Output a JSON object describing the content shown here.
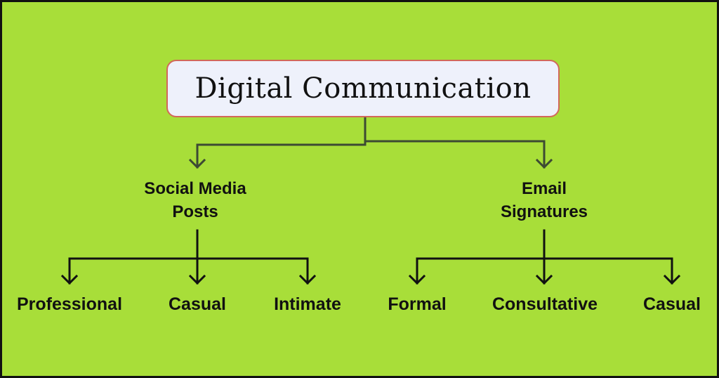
{
  "colors": {
    "background": "#a8de39",
    "root_fill": "#eef1fb",
    "root_border": "#d2685a",
    "connector_top": "#3d4a33",
    "connector_bottom": "#111111",
    "text": "#111111"
  },
  "root": {
    "title": "Digital Communication"
  },
  "branches": [
    {
      "label_line1": "Social Media",
      "label_line2": "Posts",
      "children": [
        "Professional",
        "Casual",
        "Intimate"
      ]
    },
    {
      "label_line1": "Email",
      "label_line2": "Signatures",
      "children": [
        "Formal",
        "Consultative",
        "Casual"
      ]
    }
  ]
}
